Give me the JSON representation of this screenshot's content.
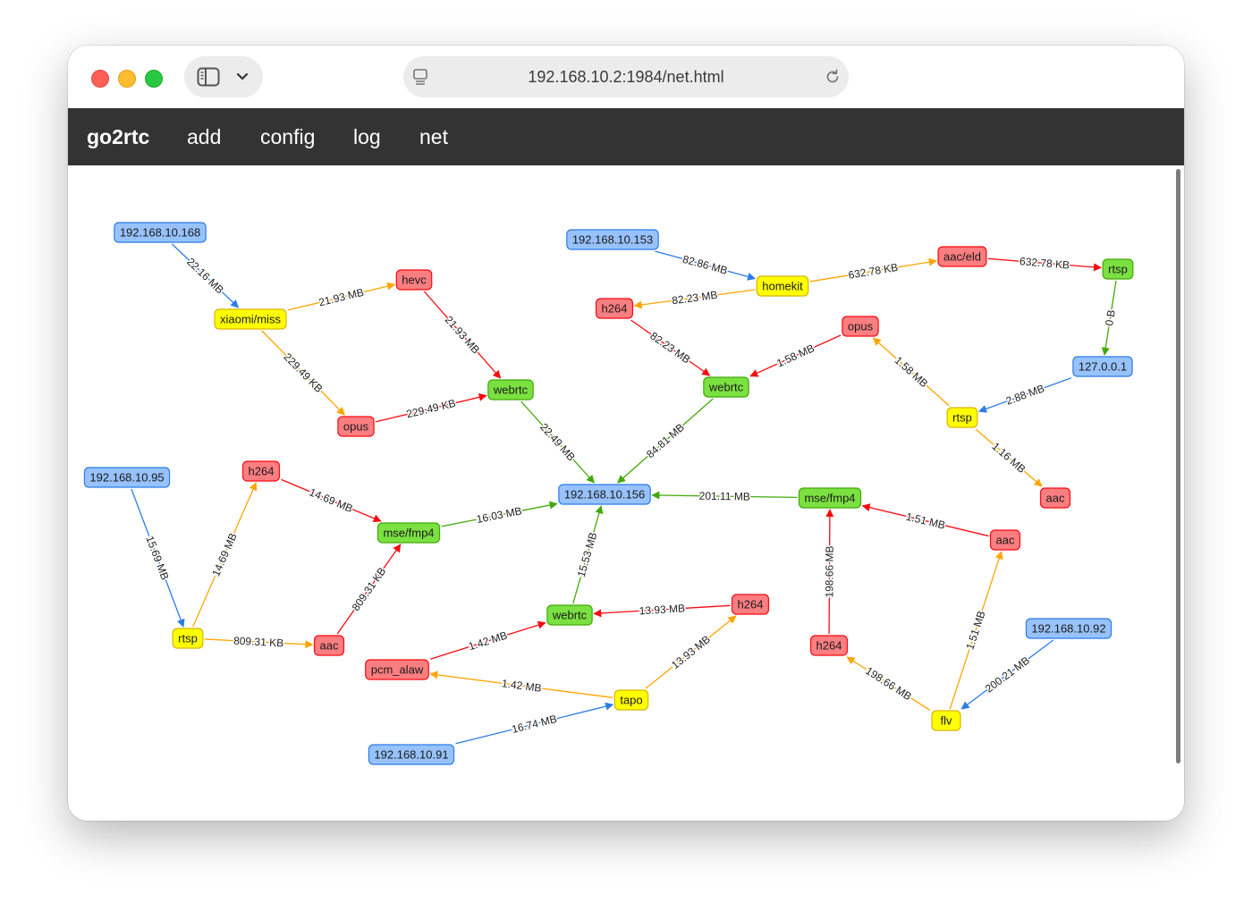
{
  "browser": {
    "url": "192.168.10.2:1984/net.html"
  },
  "nav": {
    "brand": "go2rtc",
    "items": [
      "add",
      "config",
      "log",
      "net"
    ]
  },
  "colors": {
    "ip": "#97c2fc",
    "ip_border": "#2b7ce9",
    "producer": "#ffff00",
    "producer_border": "#d8b400",
    "codec": "#fb7e81",
    "codec_border": "#fa0a10",
    "consumer": "#7be141",
    "consumer_border": "#41a906",
    "edge_blue": "#2b7ce9",
    "edge_orange": "#ffa500",
    "edge_red": "#fa0a10",
    "edge_green": "#41a906"
  },
  "graph": {
    "nodes": [
      {
        "id": "ip168",
        "label": "192.168.10.168",
        "type": "ip"
      },
      {
        "id": "xm",
        "label": "xiaomi/miss",
        "type": "producer"
      },
      {
        "id": "hevc",
        "label": "hevc",
        "type": "codec"
      },
      {
        "id": "opus1",
        "label": "opus",
        "type": "codec"
      },
      {
        "id": "wrtc1",
        "label": "webrtc",
        "type": "consumer"
      },
      {
        "id": "ip153",
        "label": "192.168.10.153",
        "type": "ip"
      },
      {
        "id": "hk",
        "label": "homekit",
        "type": "producer"
      },
      {
        "id": "aaceld",
        "label": "aac/eld",
        "type": "codec"
      },
      {
        "id": "rtsp1",
        "label": "rtsp",
        "type": "consumer"
      },
      {
        "id": "h264a",
        "label": "h264",
        "type": "codec"
      },
      {
        "id": "wrtc2",
        "label": "webrtc",
        "type": "consumer"
      },
      {
        "id": "opus2",
        "label": "opus",
        "type": "codec"
      },
      {
        "id": "ip127",
        "label": "127.0.0.1",
        "type": "ip"
      },
      {
        "id": "rtsp2",
        "label": "rtsp",
        "type": "producer"
      },
      {
        "id": "aac1",
        "label": "aac",
        "type": "codec"
      },
      {
        "id": "ip95",
        "label": "192.168.10.95",
        "type": "ip"
      },
      {
        "id": "h264b",
        "label": "h264",
        "type": "codec"
      },
      {
        "id": "mse1",
        "label": "mse/fmp4",
        "type": "consumer"
      },
      {
        "id": "ip156",
        "label": "192.168.10.156",
        "type": "ip"
      },
      {
        "id": "mse2",
        "label": "mse/fmp4",
        "type": "consumer"
      },
      {
        "id": "aac2",
        "label": "aac",
        "type": "codec"
      },
      {
        "id": "rtsp3",
        "label": "rtsp",
        "type": "producer"
      },
      {
        "id": "aac3",
        "label": "aac",
        "type": "codec"
      },
      {
        "id": "wrtc3",
        "label": "webrtc",
        "type": "consumer"
      },
      {
        "id": "h264c",
        "label": "h264",
        "type": "codec"
      },
      {
        "id": "pcma",
        "label": "pcm_alaw",
        "type": "codec"
      },
      {
        "id": "tapo",
        "label": "tapo",
        "type": "producer"
      },
      {
        "id": "ip91",
        "label": "192.168.10.91",
        "type": "ip"
      },
      {
        "id": "h264d",
        "label": "h264",
        "type": "codec"
      },
      {
        "id": "flv",
        "label": "flv",
        "type": "producer"
      },
      {
        "id": "ip92",
        "label": "192.168.10.92",
        "type": "ip"
      }
    ],
    "edges": [
      {
        "from": "ip168",
        "to": "xm",
        "label": "22.16 MB",
        "color": "edge_blue"
      },
      {
        "from": "xm",
        "to": "hevc",
        "label": "21.93 MB",
        "color": "edge_orange"
      },
      {
        "from": "xm",
        "to": "opus1",
        "label": "229.49 KB",
        "color": "edge_orange"
      },
      {
        "from": "hevc",
        "to": "wrtc1",
        "label": "21.93 MB",
        "color": "edge_red"
      },
      {
        "from": "opus1",
        "to": "wrtc1",
        "label": "229.49 KB",
        "color": "edge_red"
      },
      {
        "from": "wrtc1",
        "to": "ip156",
        "label": "22.49 MB",
        "color": "edge_green"
      },
      {
        "from": "ip153",
        "to": "hk",
        "label": "82.86 MB",
        "color": "edge_blue"
      },
      {
        "from": "hk",
        "to": "aaceld",
        "label": "632.78 KB",
        "color": "edge_orange"
      },
      {
        "from": "hk",
        "to": "h264a",
        "label": "82.23 MB",
        "color": "edge_orange"
      },
      {
        "from": "aaceld",
        "to": "rtsp1",
        "label": "632.78 KB",
        "color": "edge_red"
      },
      {
        "from": "rtsp1",
        "to": "ip127",
        "label": "0 B",
        "color": "edge_green"
      },
      {
        "from": "h264a",
        "to": "wrtc2",
        "label": "82.23 MB",
        "color": "edge_red"
      },
      {
        "from": "opus2",
        "to": "wrtc2",
        "label": "1.58 MB",
        "color": "edge_red"
      },
      {
        "from": "wrtc2",
        "to": "ip156",
        "label": "84.81 MB",
        "color": "edge_green"
      },
      {
        "from": "rtsp2",
        "to": "opus2",
        "label": "1.58 MB",
        "color": "edge_orange"
      },
      {
        "from": "ip127",
        "to": "rtsp2",
        "label": "2.88 MB",
        "color": "edge_blue"
      },
      {
        "from": "rtsp2",
        "to": "aac1",
        "label": "1.16 MB",
        "color": "edge_orange"
      },
      {
        "from": "ip95",
        "to": "rtsp3",
        "label": "15.69 MB",
        "color": "edge_blue"
      },
      {
        "from": "rtsp3",
        "to": "h264b",
        "label": "14.69 MB",
        "color": "edge_orange"
      },
      {
        "from": "rtsp3",
        "to": "aac3",
        "label": "809.31 KB",
        "color": "edge_orange"
      },
      {
        "from": "h264b",
        "to": "mse1",
        "label": "14.69 MB",
        "color": "edge_red"
      },
      {
        "from": "aac3",
        "to": "mse1",
        "label": "809.31 KB",
        "color": "edge_red"
      },
      {
        "from": "mse1",
        "to": "ip156",
        "label": "16.03 MB",
        "color": "edge_green"
      },
      {
        "from": "mse2",
        "to": "ip156",
        "label": "201.11 MB",
        "color": "edge_green"
      },
      {
        "from": "aac2",
        "to": "mse2",
        "label": "1.51 MB",
        "color": "edge_red"
      },
      {
        "from": "h264d",
        "to": "mse2",
        "label": "198.66 MB",
        "color": "edge_red"
      },
      {
        "from": "flv",
        "to": "h264d",
        "label": "198.66 MB",
        "color": "edge_orange"
      },
      {
        "from": "flv",
        "to": "aac2",
        "label": "1.51 MB",
        "color": "edge_orange"
      },
      {
        "from": "ip92",
        "to": "flv",
        "label": "200.21 MB",
        "color": "edge_blue"
      },
      {
        "from": "wrtc3",
        "to": "ip156",
        "label": "15.53 MB",
        "color": "edge_green"
      },
      {
        "from": "h264c",
        "to": "wrtc3",
        "label": "13.93 MB",
        "color": "edge_red"
      },
      {
        "from": "pcma",
        "to": "wrtc3",
        "label": "1.42 MB",
        "color": "edge_red"
      },
      {
        "from": "tapo",
        "to": "pcma",
        "label": "1.42 MB",
        "color": "edge_orange"
      },
      {
        "from": "tapo",
        "to": "h264c",
        "label": "13.93 MB",
        "color": "edge_orange"
      },
      {
        "from": "ip91",
        "to": "tapo",
        "label": "16.74 MB",
        "color": "edge_blue"
      }
    ]
  }
}
